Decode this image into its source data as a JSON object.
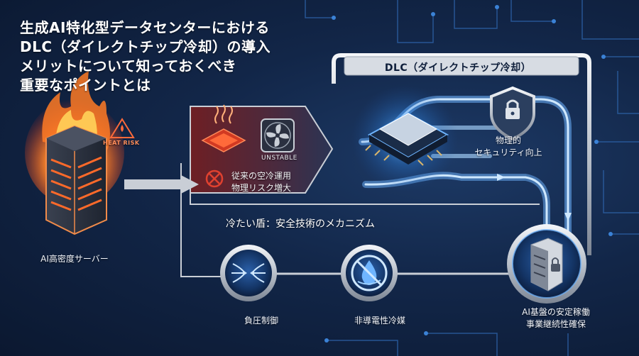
{
  "title": {
    "lines": [
      "生成AI特化型データセンターにおける",
      "DLC（ダイレクトチップ冷却）の導入",
      "メリットについて知っておくべき",
      "重要なポイントとは"
    ]
  },
  "left_node": {
    "label": "AI高密度サーバー",
    "warning": "HEAT RISK"
  },
  "risk_panel": {
    "status": "UNSTABLE",
    "risk_lines": [
      "従来の空冷運用",
      "物理リスク増大"
    ]
  },
  "dlc_banner": {
    "label": "DLC（ダイレクトチップ冷却）"
  },
  "security_node": {
    "lines": [
      "物理的",
      "セキュリティ向上"
    ]
  },
  "mechanism": {
    "heading": "冷たい盾：安全技術のメカニズム"
  },
  "features": [
    {
      "label": "負圧制御",
      "icon": "negative-pressure-icon"
    },
    {
      "label": "非導電性冷媒",
      "icon": "non-conductive-coolant-icon"
    }
  ],
  "outcome": {
    "lines": [
      "AI基盤の安定稼働",
      "事業継続性確保"
    ],
    "icon": "secure-server-icon"
  },
  "colors": {
    "background": "#122648",
    "accent_blue": "#4aa8ff",
    "warning_red": "#e0412f",
    "metal": "#c9ced6"
  }
}
